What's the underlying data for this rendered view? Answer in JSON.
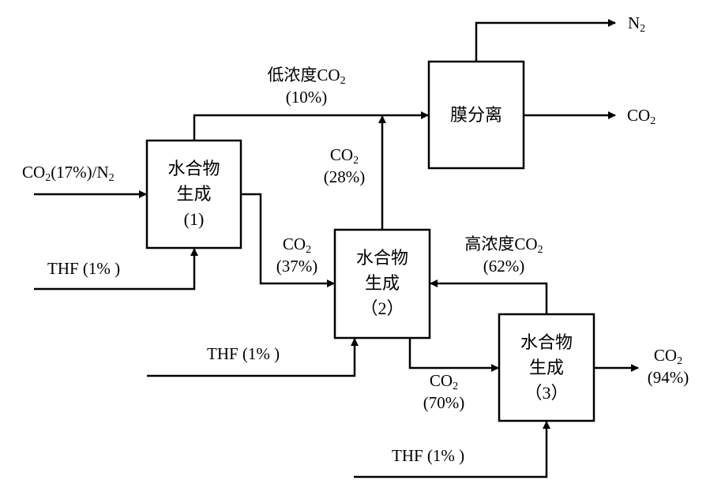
{
  "units": {
    "unit1": {
      "line1": "水合物",
      "line2": "生成",
      "line3": "(1)"
    },
    "unit2": {
      "line1": "水合物",
      "line2": "生成",
      "line3": "（2）"
    },
    "unit3": {
      "line1": "水合物",
      "line2": "生成",
      "line3": "（3）"
    },
    "membrane": {
      "label": "膜分离"
    }
  },
  "streams": {
    "feed": {
      "prefix": "CO",
      "sub": "2",
      "mid": "(17%)/N",
      "sub2": "2"
    },
    "thf1": {
      "label": "THF (1% )"
    },
    "thf2": {
      "label": "THF (1% )"
    },
    "thf3": {
      "label": "THF (1% )"
    },
    "low_conc": {
      "prefix": "低浓度CO",
      "sub": "2",
      "pct": "(10%)"
    },
    "s28": {
      "prefix": "CO",
      "sub": "2",
      "pct": "(28%)"
    },
    "s37": {
      "prefix": "CO",
      "sub": "2",
      "pct": "(37%)"
    },
    "high_conc": {
      "prefix": "高浓度CO",
      "sub": "2",
      "pct": "(62%)"
    },
    "s70": {
      "prefix": "CO",
      "sub": "2",
      "pct": "(70%)"
    },
    "s94": {
      "prefix": "CO",
      "sub": "2",
      "pct": "(94%)"
    },
    "n2_out": {
      "prefix": "N",
      "sub": "2"
    },
    "co2_out": {
      "prefix": "CO",
      "sub": "2"
    }
  }
}
